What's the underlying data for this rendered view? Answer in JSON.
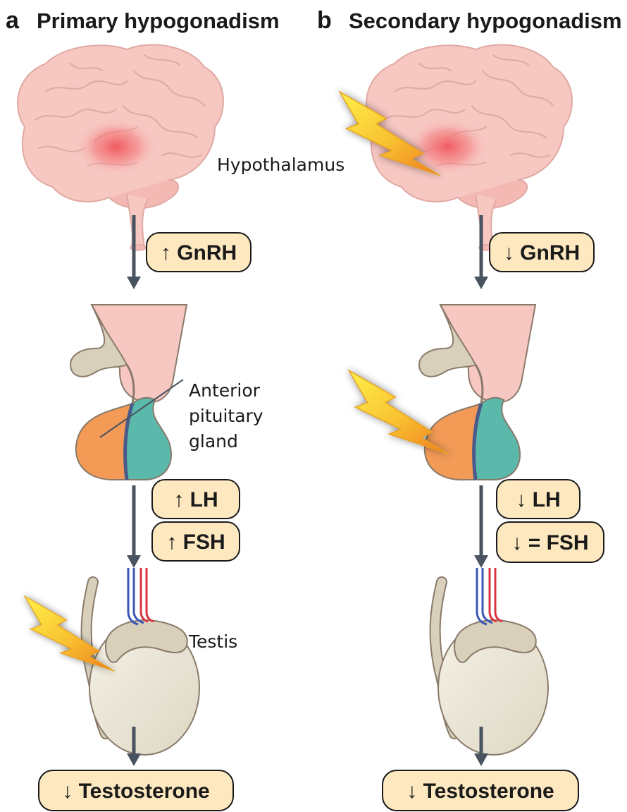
{
  "panel_a": {
    "letter": "a",
    "title": "Primary hypogonadism",
    "gnrh": "↑ GnRH",
    "lh": "↑ LH",
    "fsh": "↑ FSH",
    "testosterone": "↓ Testosterone",
    "lesion_site": "testis"
  },
  "panel_b": {
    "letter": "b",
    "title": "Secondary hypogonadism",
    "gnrh": "↓ GnRH",
    "lh": "↓ LH",
    "fsh": "↓ = FSH",
    "testosterone": "↓ Testosterone",
    "lesion_sites": [
      "hypothalamus",
      "anterior pituitary"
    ]
  },
  "labels": {
    "hypothalamus": "Hypothalamus",
    "pituitary_line1": "Anterior",
    "pituitary_line2": "pituitary",
    "pituitary_line3": "gland",
    "testis": "Testis"
  },
  "colors": {
    "brain": "#f7c7c2",
    "brain_outline": "#e0a9a3",
    "hypothalamus_glow": "#f0545a",
    "stalk": "#d8d0bb",
    "anterior_lobe": "#f29a56",
    "posterior_lobe": "#5ab9aa",
    "testis": "#ece8da",
    "pill_fill": "#fde8c0",
    "arrow": "#4a5460",
    "vessel_blue": "#3a55b5",
    "vessel_red": "#d9343f",
    "lightning_top": "#fff04a",
    "lightning_bottom": "#f07a20"
  }
}
